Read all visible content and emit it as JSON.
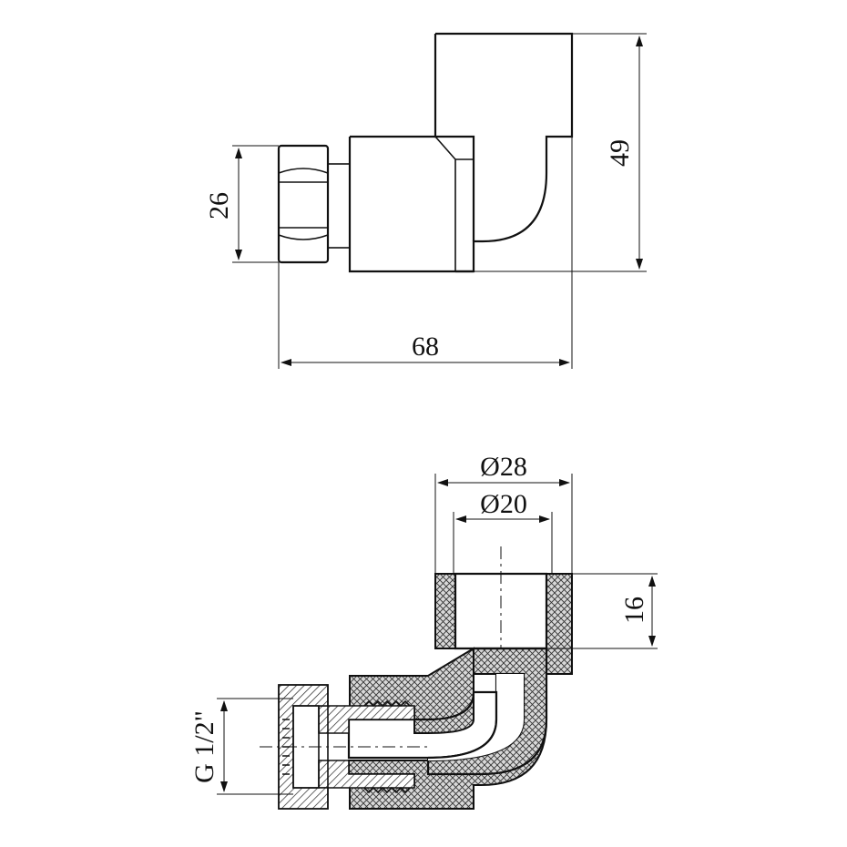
{
  "dimensions": {
    "top_view": {
      "overall_length": "68",
      "height": "49",
      "nut_size": "26"
    },
    "section_view": {
      "outer_diameter": "Ø28",
      "inner_diameter": "Ø20",
      "socket_depth": "16",
      "thread": "G 1/2\""
    }
  }
}
